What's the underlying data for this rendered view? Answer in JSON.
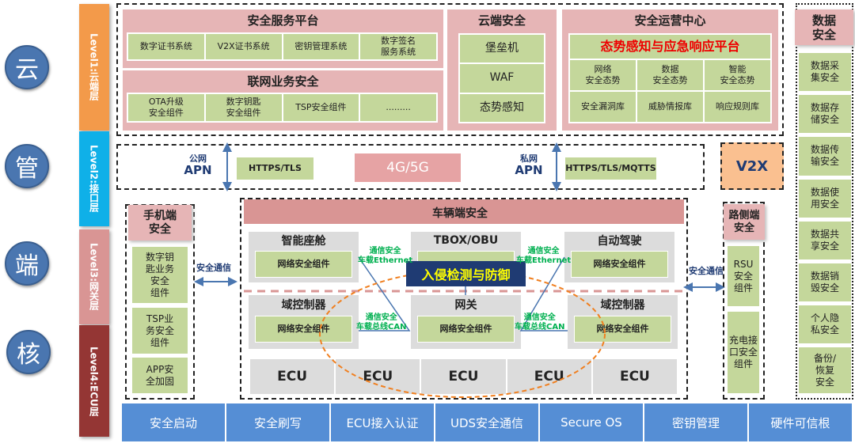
{
  "layers": {
    "cloud": "云",
    "pipe": "管",
    "edge": "端",
    "core": "核"
  },
  "levels": [
    "Level1:云端层",
    "Level2:接口层",
    "Level3:网关层",
    "Level4:ECU层"
  ],
  "cloud": {
    "service_platform": {
      "title": "安全服务平台",
      "items": [
        "数字证书系统",
        "V2X证书系统",
        "密钥管理系统",
        "数字签名\n服务系统"
      ]
    },
    "connected_business": {
      "title": "联网业务安全",
      "items": [
        "OTA升级\n安全组件",
        "数字钥匙\n安全组件",
        "TSP安全组件",
        "........."
      ]
    },
    "cloud_security": {
      "title": "云端安全",
      "items": [
        "堡垒机",
        "WAF",
        "态势感知"
      ]
    },
    "soc": {
      "title": "安全运营中心",
      "platform": "态势感知与应急响应平台",
      "items": [
        "网络\n安全态势",
        "数据\n安全态势",
        "智能\n安全态势",
        "安全漏洞库",
        "威胁情报库",
        "响应规则库"
      ]
    }
  },
  "pipe": {
    "public_net": "公网",
    "public_apn": "APN",
    "public_protocol": "HTTPS/TLS",
    "network": "4G/5G",
    "private_net": "私网",
    "private_apn": "APN",
    "private_protocol": "HTTPS/TLS/MQTTS",
    "v2x": "V2X"
  },
  "data_security": {
    "title": "数据\n安全",
    "items": [
      "数据采\n集安全",
      "数据存\n储安全",
      "数据传\n输安全",
      "数据使\n用安全",
      "数据共\n享安全",
      "数据销\n毁安全",
      "个人隐\n私安全",
      "备份/\n恢复\n安全"
    ]
  },
  "mobile": {
    "title": "手机端\n安全",
    "items": [
      "数字钥\n匙业务\n安全\n组件",
      "TSP业\n务安全\n组件",
      "APP安\n全加固"
    ]
  },
  "secure_comm": "安全通信",
  "vehicle": {
    "title": "车辆端安全",
    "upper": [
      {
        "name": "智能座舱",
        "comp": "网络安全组件"
      },
      {
        "name": "TBOX/OBU",
        "comp": ""
      },
      {
        "name": "自动驾驶",
        "comp": "网络安全组件"
      }
    ],
    "lower": [
      {
        "name": "域控制器",
        "comp": "网络安全组件"
      },
      {
        "name": "网关",
        "comp": "网络安全组件"
      },
      {
        "name": "域控制器",
        "comp": "网络安全组件"
      }
    ],
    "ids": "入侵检测与防御",
    "eth_label": "通信安全\n车载Ethernet",
    "can_label": "通信安全\n车载总线CAN",
    "ecus": [
      "ECU",
      "ECU",
      "ECU",
      "ECU",
      "ECU"
    ]
  },
  "roadside": {
    "title": "路侧端\n安全",
    "items": [
      "RSU\n安全\n组件",
      "充电接\n口安全\n组件"
    ]
  },
  "bottom": [
    "安全启动",
    "安全刷写",
    "ECU接入认证",
    "UDS安全通信",
    "Secure OS",
    "密钥管理",
    "硬件可信根"
  ]
}
